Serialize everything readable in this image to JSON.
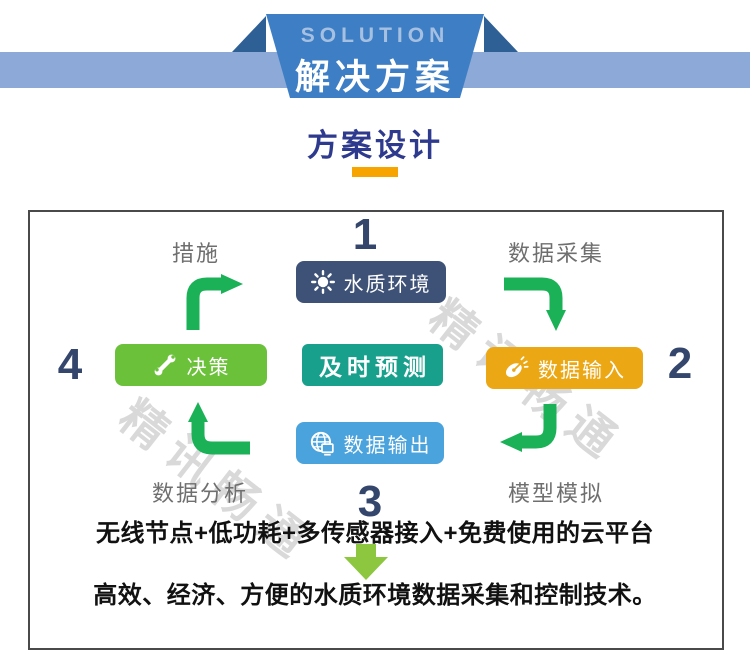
{
  "banner": {
    "eyebrow": "SOLUTION",
    "title": "解决方案"
  },
  "page": {
    "section_title": "方案设计"
  },
  "cycle": {
    "center_label": "及时预测",
    "watermark": "精讯畅通",
    "nodes": {
      "top": {
        "num": "1",
        "label": "水质环境"
      },
      "right": {
        "num": "2",
        "label": "数据输入"
      },
      "bottom": {
        "num": "3",
        "label": "数据输出"
      },
      "left": {
        "num": "4",
        "label": "决策"
      }
    },
    "labels": {
      "top_left": "措施",
      "top_right": "数据采集",
      "bottom_left": "数据分析",
      "bottom_right": "模型模拟"
    },
    "caption_top": "无线节点+低功耗+多传感器接入+免费使用的云平台",
    "caption_bottom": "高效、经济、方便的水质环境数据采集和控制技术。"
  },
  "colors": {
    "ribbon_blue": "#3d7ec5",
    "ribbon_bar": "#8ca9d7",
    "ribbon_fold": "#2e6096",
    "title_indigo": "#2e3a8d",
    "accent_orange": "#f7a400",
    "node_top": "#3d5276",
    "node_right": "#eba714",
    "node_bottom": "#4aa3dd",
    "node_left": "#6cc13b",
    "node_center": "#18a08c",
    "cycle_arrow_green": "#1ab157",
    "down_arrow_green": "#8dc63f",
    "number_navy": "#34466b",
    "label_gray": "#6f6f6f"
  }
}
